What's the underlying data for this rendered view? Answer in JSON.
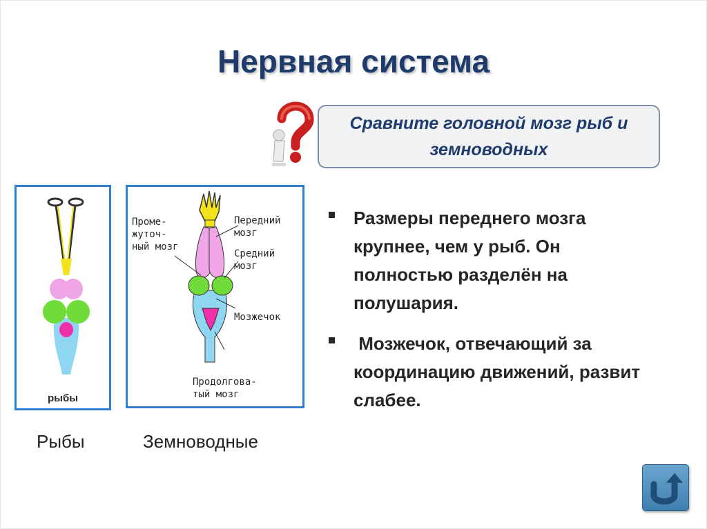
{
  "slide": {
    "title": "Нервная система",
    "callout": "Сравните головной мозг рыб и земноводных"
  },
  "fish_panel": {
    "image_caption": "рыбы"
  },
  "amphibian_panel": {
    "labels": {
      "diencephalon": "Проме-\nжуточ-\nный мозг",
      "forebrain": "Передний\nмозг",
      "midbrain": "Средний\nмозг",
      "cerebellum": "Мозжечок",
      "medulla": "Продолгова-\nтый мозг"
    }
  },
  "captions": {
    "fish": "Рыбы",
    "amphibian": "Земноводные"
  },
  "bullets": [
    "Размеры переднего мозга крупнее, чем у рыб. Он полностью разделён на полушария.",
    " Мозжечок, отвечающий за координацию движений, развит слабее."
  ],
  "nav": {
    "icon": "return-arrow-icon"
  },
  "colors": {
    "title": "#1f3b6b",
    "panel_border": "#2f7fd2",
    "olfactory": "#f2e21b",
    "forebrain": "#f0a6e6",
    "midbrain": "#6fdc3a",
    "cerebellum": "#f02fa8",
    "medulla": "#8fd6f2"
  }
}
